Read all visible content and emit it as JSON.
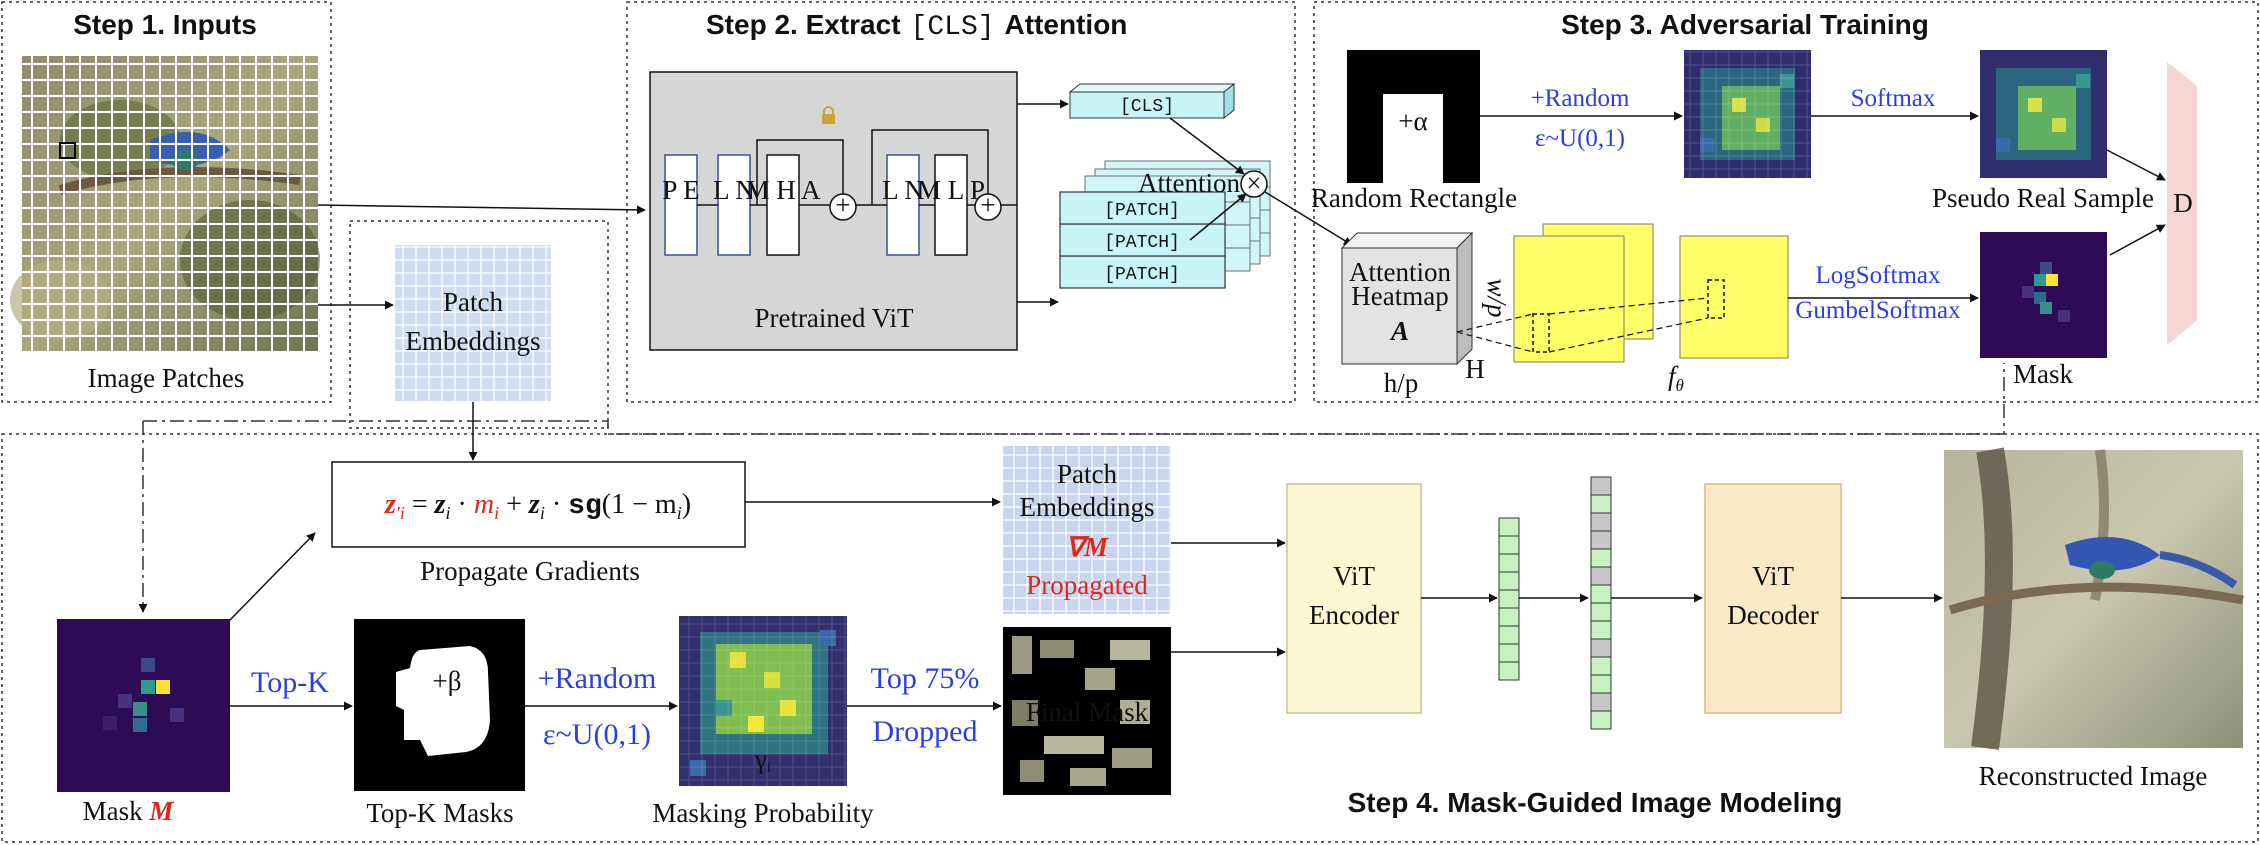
{
  "steps": {
    "step1": "Step 1. Inputs",
    "step2_pre": "Step 2. Extract",
    "step2_cls": "[CLS]",
    "step2_post": "Attention",
    "step3": "Step 3. Adversarial  Training",
    "step4": "Step 4. Mask-Guided Image Modeling"
  },
  "step1": {
    "image_patches": "Image Patches",
    "patch_embeddings_l1": "Patch",
    "patch_embeddings_l2": "Embeddings"
  },
  "step2": {
    "blocks": [
      "P E",
      "L N",
      "M H A",
      "L N",
      "M L P"
    ],
    "plus": "+",
    "vit_label": "Pretrained ViT",
    "cls_token": "[CLS]",
    "patch_tokens": [
      "[PATCH]",
      "[PATCH]",
      "[PATCH]"
    ],
    "attention": "Attention",
    "times": "×"
  },
  "step3": {
    "rect_text": "+α",
    "random_rectangle": "Random Rectangle",
    "plus_random": "+Random",
    "eps_dist": "ε~U(0,1)",
    "softmax": "Softmax",
    "pseudo_real_sample": "Pseudo Real Sample",
    "heatmap_l1": "Attention",
    "heatmap_l2": "Heatmap",
    "heatmap_l3": "A",
    "w_over_p": "w/p",
    "h_over_p": "h/p",
    "H": "H",
    "f_theta": "f",
    "f_sub": "θ",
    "logsoftmax": "LogSoftmax",
    "gumbelsoftmax": "GumbelSoftmax",
    "mask": "Mask",
    "discriminator": "D"
  },
  "step4": {
    "formula_lhs": "z",
    "formula_prime_sub": "′i",
    "formula_eq": " = ",
    "formula_z1": "z",
    "formula_i1": "i",
    "formula_dot1": " · ",
    "formula_m": "m",
    "formula_mi": "i",
    "formula_plus": " + ",
    "formula_z2": "z",
    "formula_i2": "i",
    "formula_dot2": " · ",
    "formula_sg": "sg",
    "formula_paren": "(1 − m",
    "formula_paren_i": "i",
    "formula_close": ")",
    "propagate_gradients": "Propagate Gradients",
    "pe_l1": "Patch",
    "pe_l2": "Embeddings",
    "pe_grad": "∇M",
    "pe_l4": "Propagated",
    "mask_label": "Mask",
    "mask_M": "M",
    "top_k": "Top-K",
    "beta_text": "+β",
    "top_k_masks": "Top-K Masks",
    "plus_random": "+Random",
    "eps_dist": "ε~U(0,1)",
    "gamma": "γ",
    "gamma_sub": "i",
    "masking_probability": "Masking Probability",
    "top75": "Top 75%",
    "dropped": "Dropped",
    "final_mask": "Final Mask",
    "vit_encoder_l1": "ViT",
    "vit_encoder_l2": "Encoder",
    "vit_decoder_l1": "ViT",
    "vit_decoder_l2": "Decoder",
    "reconstructed_image": "Reconstructed Image"
  },
  "colors": {
    "block_border_blue": "#3b4f9a",
    "vit_bg": "#d6d6d6",
    "token_cyan": "#c9f4f7",
    "ff_yellow": "#ffff66",
    "encoder_fill": "#fbf8d3",
    "decoder_fill": "#fbe9c7",
    "token_green": "#c7f2c0",
    "disc_pink": "#f6d5d5",
    "text_blue": "#2b3fe0",
    "text_red": "#e0251b"
  }
}
